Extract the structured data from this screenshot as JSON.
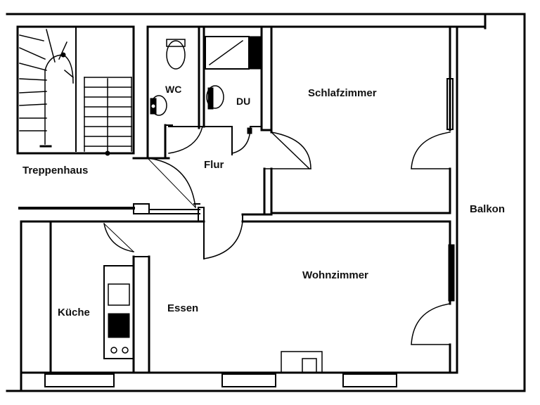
{
  "plan": {
    "rooms": {
      "treppenhaus": "Treppenhaus",
      "wc": "WC",
      "du": "DU",
      "schlafzimmer": "Schlafzimmer",
      "flur": "Flur",
      "balkon": "Balkon",
      "kueche": "Küche",
      "essen": "Essen",
      "wohnzimmer": "Wohnzimmer"
    }
  }
}
